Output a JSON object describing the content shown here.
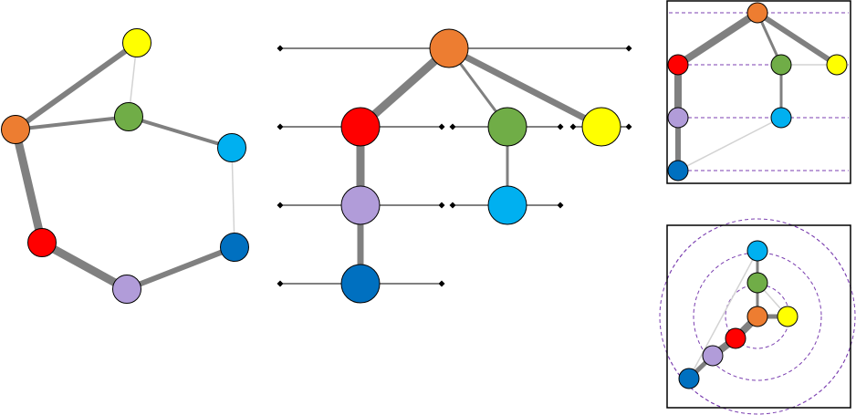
{
  "nodes": [
    {
      "id": "orange",
      "color": "#ed7d31"
    },
    {
      "id": "yellow",
      "color": "#ffff00"
    },
    {
      "id": "green",
      "color": "#70ad47"
    },
    {
      "id": "cyan",
      "color": "#00b0f0"
    },
    {
      "id": "red",
      "color": "#ff0000"
    },
    {
      "id": "lavender",
      "color": "#b19cd9"
    },
    {
      "id": "blue",
      "color": "#0070c0"
    }
  ],
  "edges": [
    {
      "from": "orange",
      "to": "yellow",
      "weight": "medium"
    },
    {
      "from": "orange",
      "to": "green",
      "weight": "thin"
    },
    {
      "from": "orange",
      "to": "red",
      "weight": "heavy"
    },
    {
      "from": "yellow",
      "to": "green",
      "weight": "faint"
    },
    {
      "from": "green",
      "to": "cyan",
      "weight": "thin"
    },
    {
      "from": "cyan",
      "to": "blue",
      "weight": "faint"
    },
    {
      "from": "blue",
      "to": "lavender",
      "weight": "medium"
    },
    {
      "from": "lavender",
      "to": "red",
      "weight": "heavy"
    }
  ],
  "edge_colors": {
    "strong": "#808080",
    "faint": "#d3d3d3"
  },
  "guide_color": "#7b3fb0"
}
